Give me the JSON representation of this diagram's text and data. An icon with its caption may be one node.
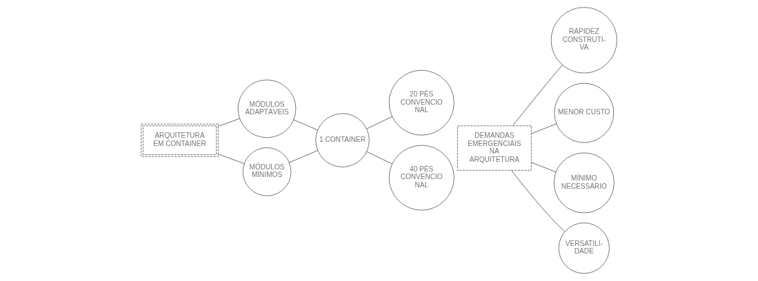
{
  "diagram": {
    "nodes": [
      {
        "text": [
          "DEMANDAS EMERGENCIAIS NA ARQUITETURA"
        ]
      },
      {
        "text": [
          "RAPIDEZ CONSTRUTI- VA"
        ]
      },
      {
        "text": [
          "MENOR CUSTO"
        ]
      },
      {
        "text": [
          "MÍNIMO NECESSÁRIO"
        ]
      },
      {
        "text": [
          "VERSATILI- DADE"
        ]
      },
      {
        "text": [
          "ARQUITETURA EM CONTAINER"
        ]
      },
      {
        "text": [
          "MÓDULOS ADAPTÁVEIS"
        ]
      },
      {
        "text": [
          "MÓDULOS MÍNIMOS"
        ]
      },
      {
        "text": [
          "1 CONTAINER"
        ]
      },
      {
        "text": [
          "20 PÉS CONVENCIO NAL"
        ]
      },
      {
        "text": [
          "40 PÉS CONVENCIO NAL"
        ]
      }
    ],
    "edges": [
      {
        "from": 0,
        "to": 1,
        "arrow": "none"
      },
      {
        "from": 0,
        "to": 2,
        "arrow": "none"
      },
      {
        "from": 0,
        "to": 3,
        "arrow": "none"
      },
      {
        "from": 0,
        "to": 4,
        "arrow": "none"
      },
      {
        "from": 5,
        "to": 6,
        "arrow": "none"
      },
      {
        "from": 5,
        "to": 7,
        "arrow": "none"
      },
      {
        "from": 6,
        "to": 8,
        "arrow": "none"
      },
      {
        "from": 7,
        "to": 8,
        "arrow": "none"
      },
      {
        "from": 8,
        "to": 9,
        "arrow": "none"
      },
      {
        "from": 8,
        "to": 10,
        "arrow": "none"
      }
    ]
  }
}
